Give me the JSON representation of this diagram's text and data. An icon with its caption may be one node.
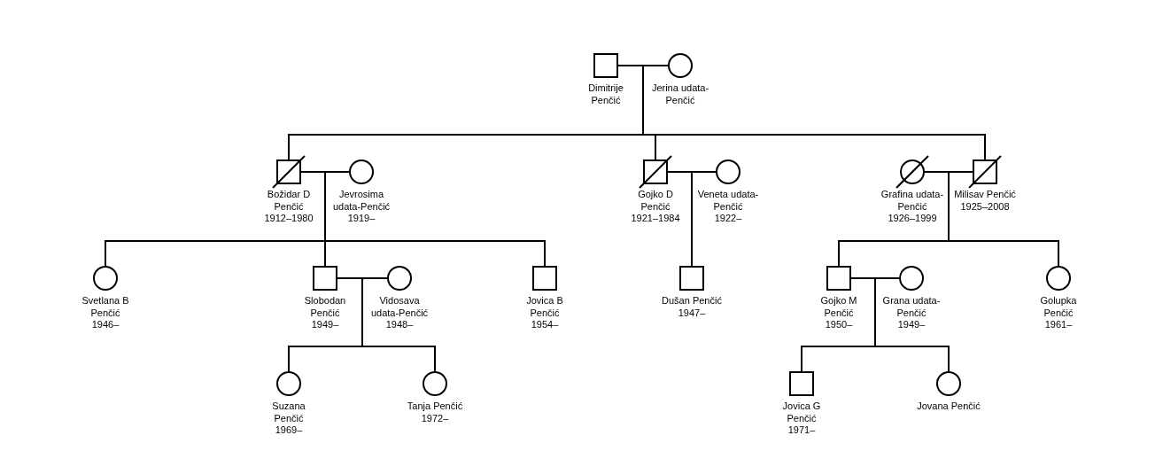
{
  "diagram": {
    "nodes": [
      {
        "text": [
          "Dimitrije Penčić"
        ]
      },
      {
        "text": [
          "Jerina udata-Penčić"
        ]
      },
      {
        "text": [
          "Božidar D Penčić",
          "1912–1980"
        ]
      },
      {
        "text": [
          "Jevrosima udata-Penčić",
          "1919–"
        ]
      },
      {
        "text": [
          "Gojko D Penčić",
          "1921–1984"
        ]
      },
      {
        "text": [
          "Veneta udata-Penčić",
          "1922–"
        ]
      },
      {
        "text": [
          "Grafina udata-Penčić",
          "1926–1999"
        ]
      },
      {
        "text": [
          "Milisav Penčić",
          "1925–2008"
        ]
      },
      {
        "text": [
          "Svetlana B Penčić",
          "1946–"
        ]
      },
      {
        "text": [
          "Slobodan Penčić",
          "1949–"
        ]
      },
      {
        "text": [
          "Vidosava udata-Penčić",
          "1948–"
        ]
      },
      {
        "text": [
          "Jovica B Penčić",
          "1954–"
        ]
      },
      {
        "text": [
          "Dušan Penčić",
          "1947–"
        ]
      },
      {
        "text": [
          "Gojko M Penčić",
          "1950–"
        ]
      },
      {
        "text": [
          "Grana udata-Penčić",
          "1949–"
        ]
      },
      {
        "text": [
          "Golupka Penčić",
          "1961–"
        ]
      },
      {
        "text": [
          "Suzana Penčić",
          "1969–"
        ]
      },
      {
        "text": [
          "Tanja Penčić",
          "1972–"
        ]
      },
      {
        "text": [
          "Jovica G Penčić",
          "1971–"
        ]
      },
      {
        "text": [
          "Jovana Penčić"
        ]
      }
    ],
    "edges": [
      {
        "from": 0,
        "to": 1,
        "arrow": "none"
      },
      {
        "from": 0,
        "to": 2,
        "arrow": "none"
      },
      {
        "from": 1,
        "to": 2,
        "arrow": "none"
      },
      {
        "from": 0,
        "to": 4,
        "arrow": "none"
      },
      {
        "from": 1,
        "to": 4,
        "arrow": "none"
      },
      {
        "from": 0,
        "to": 7,
        "arrow": "none"
      },
      {
        "from": 1,
        "to": 7,
        "arrow": "none"
      },
      {
        "from": 2,
        "to": 3,
        "arrow": "none"
      },
      {
        "from": 4,
        "to": 5,
        "arrow": "none"
      },
      {
        "from": 6,
        "to": 7,
        "arrow": "none"
      },
      {
        "from": 2,
        "to": 8,
        "arrow": "none"
      },
      {
        "from": 3,
        "to": 8,
        "arrow": "none"
      },
      {
        "from": 2,
        "to": 9,
        "arrow": "none"
      },
      {
        "from": 3,
        "to": 9,
        "arrow": "none"
      },
      {
        "from": 2,
        "to": 11,
        "arrow": "none"
      },
      {
        "from": 3,
        "to": 11,
        "arrow": "none"
      },
      {
        "from": 4,
        "to": 12,
        "arrow": "none"
      },
      {
        "from": 5,
        "to": 12,
        "arrow": "none"
      },
      {
        "from": 7,
        "to": 13,
        "arrow": "none"
      },
      {
        "from": 6,
        "to": 13,
        "arrow": "none"
      },
      {
        "from": 7,
        "to": 15,
        "arrow": "none"
      },
      {
        "from": 6,
        "to": 15,
        "arrow": "none"
      },
      {
        "from": 9,
        "to": 10,
        "arrow": "none"
      },
      {
        "from": 13,
        "to": 14,
        "arrow": "none"
      },
      {
        "from": 9,
        "to": 16,
        "arrow": "none"
      },
      {
        "from": 10,
        "to": 16,
        "arrow": "none"
      },
      {
        "from": 9,
        "to": 17,
        "arrow": "none"
      },
      {
        "from": 10,
        "to": 17,
        "arrow": "none"
      },
      {
        "from": 13,
        "to": 18,
        "arrow": "none"
      },
      {
        "from": 14,
        "to": 18,
        "arrow": "none"
      },
      {
        "from": 13,
        "to": 19,
        "arrow": "none"
      },
      {
        "from": 14,
        "to": 19,
        "arrow": "none"
      }
    ]
  }
}
